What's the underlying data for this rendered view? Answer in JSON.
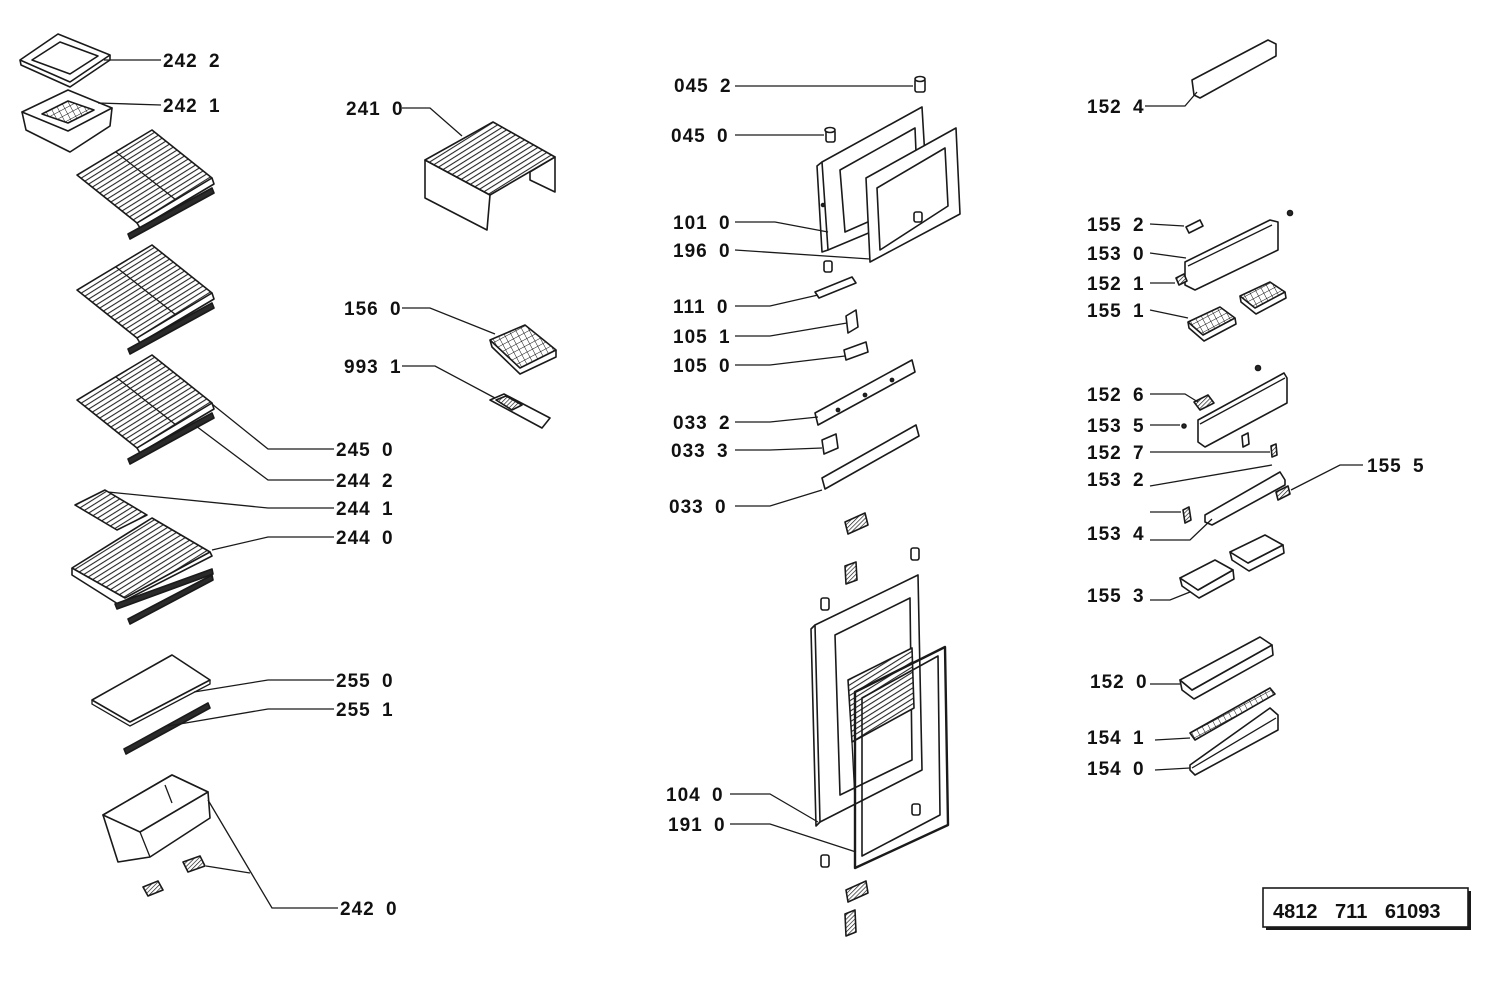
{
  "diagram": {
    "callouts": {
      "left": [
        "242 2",
        "242 1",
        "241 0",
        "156 0",
        "993 1",
        "245 0",
        "244 2",
        "244 1",
        "244 0",
        "255 0",
        "255 1",
        "242 0"
      ],
      "middle": [
        "045 2",
        "045 0",
        "101 0",
        "196 0",
        "111 0",
        "105 1",
        "105 0",
        "033 2",
        "033 3",
        "033 0",
        "104 0",
        "191 0"
      ],
      "right": [
        "152 4",
        "155 2",
        "153 0",
        "152 1",
        "155 1",
        "152 6",
        "153 5",
        "152 7",
        "153 2",
        "155 5",
        "153 4",
        "155 3",
        "152 0",
        "154 1",
        "154 0"
      ]
    },
    "reference_number": "4812 711 61093"
  },
  "colors": {
    "ink": "#111111",
    "background": "#ffffff"
  }
}
